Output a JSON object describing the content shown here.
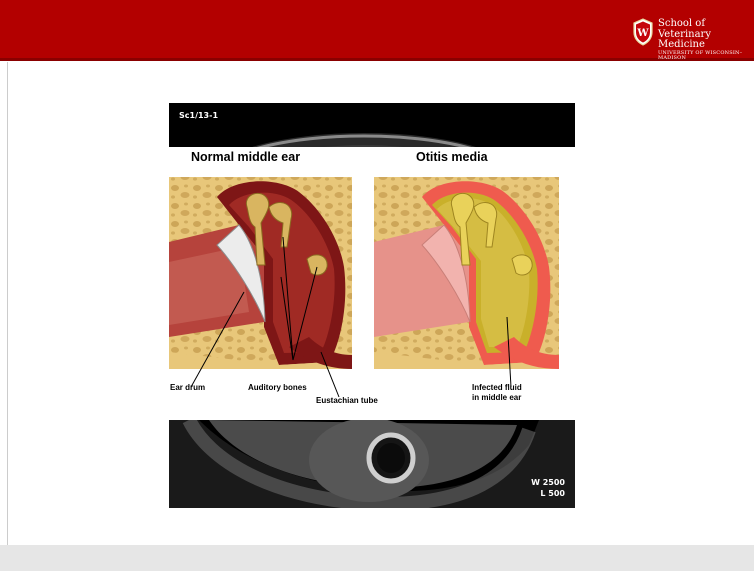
{
  "header": {
    "logo": {
      "line1": "School of",
      "line2": "Veterinary Medicine",
      "line3": "UNIVERSITY OF WISCONSIN–MADISON",
      "icon": "uw-crest-icon"
    },
    "colors": {
      "bar": "#b30000",
      "footer": "#e6e6e6"
    }
  },
  "slide": {
    "ct_top": {
      "scan_id": "Sc1/13-1"
    },
    "diagram": {
      "title_left": "Normal middle ear",
      "title_right": "Otitis media",
      "labels": {
        "ear_drum": "Ear drum",
        "auditory_bones": "Auditory bones",
        "eustachian_tube": "Eustachian tube",
        "infected_fluid_1": "Infected fluid",
        "infected_fluid_2": "in middle ear"
      }
    },
    "ct_bottom": {
      "window": "W 2500",
      "level": "L 500"
    }
  }
}
